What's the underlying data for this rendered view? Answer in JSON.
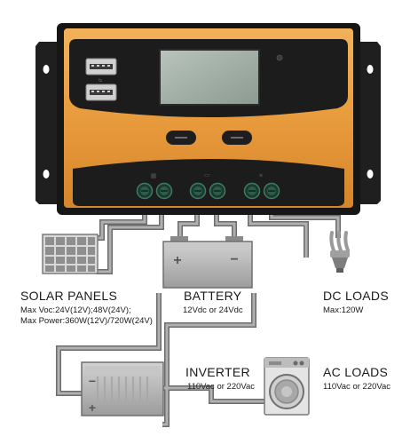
{
  "controller": {
    "body_color": "#e8a24a",
    "frame_color": "#1c1c1c",
    "usb_ports": [
      "usb-port",
      "usb-port"
    ],
    "button_icons": [
      "menu-button-icon",
      "menu-button-icon"
    ],
    "terminal_groups": [
      "solar-panel-symbol",
      "battery-symbol",
      "load-bulb-symbol"
    ]
  },
  "components": {
    "solar": {
      "title": "SOLAR  PANELS",
      "specs": [
        "Max  Voc:24V(12V);48V(24V);",
        "Max  Power:360W(12V)/720W(24V)"
      ]
    },
    "battery": {
      "title": "BATTERY",
      "spec": "12Vdc  or  24Vdc",
      "terminals": [
        "+",
        "−"
      ]
    },
    "dc_loads": {
      "title": "DC  LOADS",
      "spec": "Max:120W"
    },
    "inverter": {
      "title": "INVERTER",
      "spec": "110Vac  or  220Vac",
      "terminals": [
        "−",
        "+"
      ]
    },
    "ac_loads": {
      "title": "AC  LOADS",
      "spec": "110Vac  or  220Vac"
    }
  },
  "colors": {
    "wire": "#9a9a9a",
    "wire_outline": "#6f6f6f",
    "component_fill": "#b5b5b5",
    "component_dark": "#8a8a8a",
    "orange_accent": "#e8a24a",
    "screen": "#9aa8a0"
  }
}
